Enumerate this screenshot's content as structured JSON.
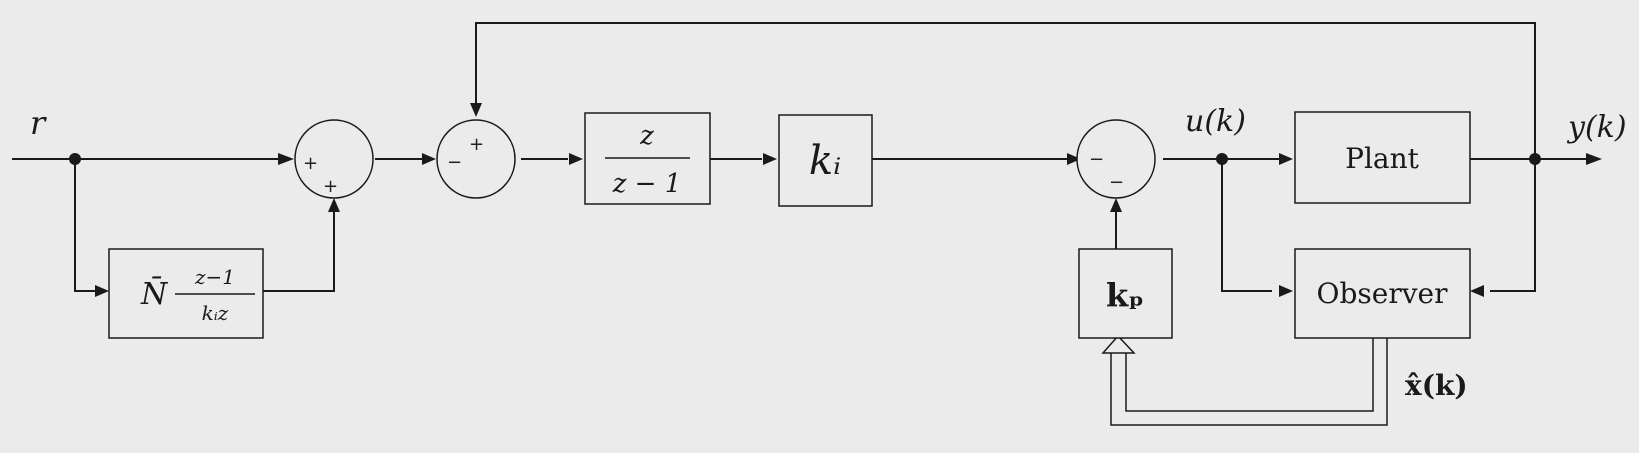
{
  "signals": {
    "reference": "r",
    "control": "u(k)",
    "output": "y(k)",
    "estimate": "x̂(k)"
  },
  "blocks": {
    "feedforward": {
      "gain": "N̄",
      "num": "z−1",
      "den": "kᵢz"
    },
    "integrator": {
      "num": "z",
      "den": "z − 1"
    },
    "integral_gain": "kᵢ",
    "state_gain": "kₚ",
    "plant": "Plant",
    "observer": "Observer"
  },
  "junctions": {
    "sum1": {
      "top_left": "+",
      "bottom_right": "+"
    },
    "sum2": {
      "top": "+",
      "left": "−"
    },
    "sum3": {
      "left": "−",
      "bottom": "−"
    }
  }
}
